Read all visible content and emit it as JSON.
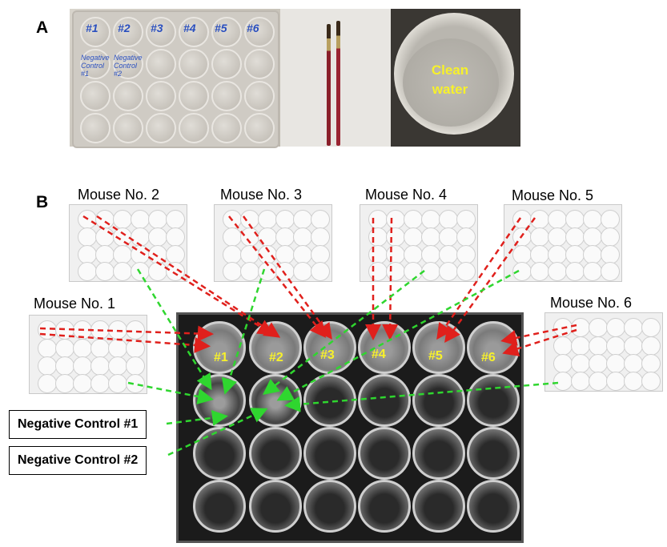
{
  "panel_a": {
    "letter": "A",
    "well_labels": [
      "#1",
      "#2",
      "#3",
      "#4",
      "#5",
      "#6"
    ],
    "negative_notes": [
      "Negative Control #1",
      "Negative Control #2"
    ],
    "water_label_line1": "Clean",
    "water_label_line2": "water"
  },
  "panel_b": {
    "letter": "B",
    "mouse_labels": [
      "Mouse No. 1",
      "Mouse No. 2",
      "Mouse No. 3",
      "Mouse No. 4",
      "Mouse No. 5",
      "Mouse No. 6"
    ],
    "well_numbers": [
      "#1",
      "#2",
      "#3",
      "#4",
      "#5",
      "#6"
    ],
    "control_labels": [
      "Negative Control #1",
      "Negative Control #2"
    ]
  },
  "colors": {
    "arrow_sample": "#e0201c",
    "arrow_control": "#2fd62f",
    "well_number": "#f7f12a",
    "marker_ink": "#2a4fbf"
  }
}
